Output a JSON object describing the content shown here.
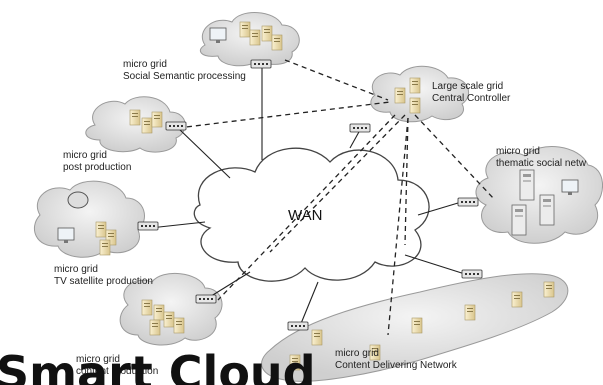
{
  "header_fragment": "",
  "title": "Smart Cloud",
  "center": {
    "label": "WAN"
  },
  "nodes": {
    "social": {
      "line1": "micro grid",
      "line2": "Social Semantic processing"
    },
    "central": {
      "line1": "Large scale grid",
      "line2": "Central Controller"
    },
    "post": {
      "line1": "micro grid",
      "line2": "post production"
    },
    "thematic": {
      "line1": "micro grid",
      "line2": "thematic social netw"
    },
    "tv": {
      "line1": "micro grid",
      "line2": "TV satellite production"
    },
    "content": {
      "line1": "micro grid",
      "line2": "content production"
    },
    "cdn": {
      "line1": "micro grid",
      "line2": "Content Delivering Network"
    }
  },
  "colors": {
    "cloud_fill": "#d8d8d8",
    "cloud_stroke": "#9a9a9a",
    "server": "#f1e4b8",
    "title_blue": "#2a8bd0"
  }
}
